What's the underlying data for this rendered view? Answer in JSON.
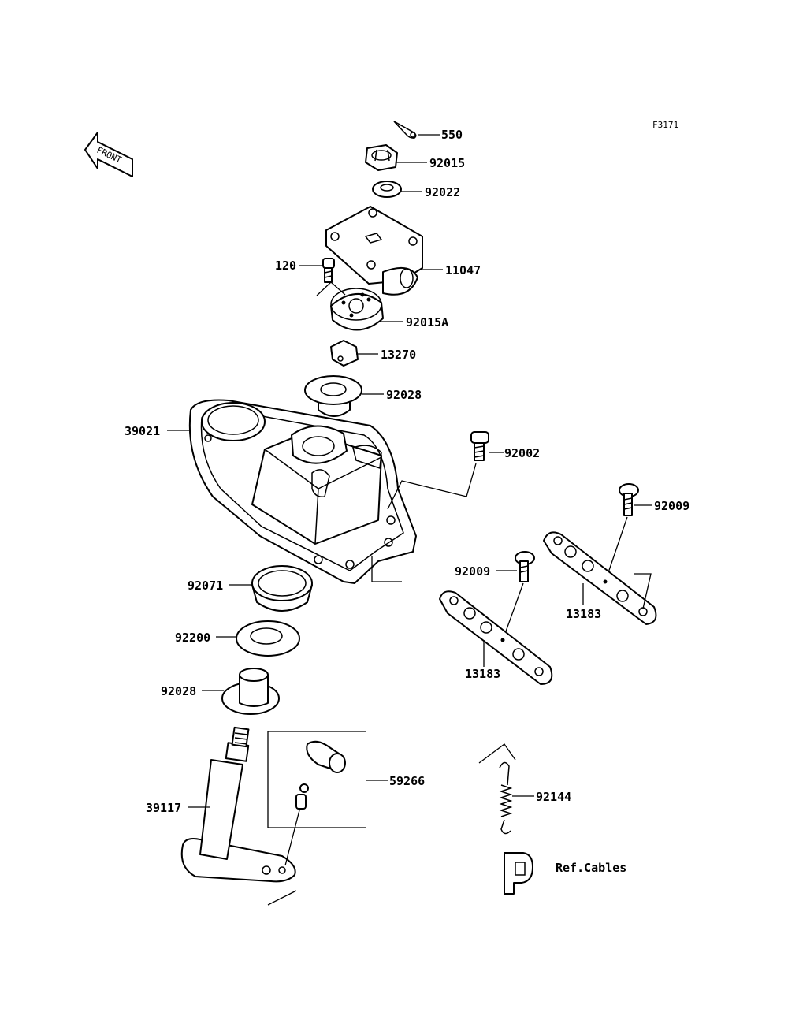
{
  "figure_code": "F3171",
  "front_arrow_text": "FRONT",
  "ref_text": "Ref.Cables",
  "callouts": {
    "p550": "550",
    "p92015": "92015",
    "p92022": "92022",
    "p11047": "11047",
    "p120": "120",
    "p92015A": "92015A",
    "p13270": "13270",
    "p92028a": "92028",
    "p39021": "39021",
    "p92002": "92002",
    "p92009a": "92009",
    "p92009b": "92009",
    "p13183a": "13183",
    "p13183b": "13183",
    "p92071": "92071",
    "p92200": "92200",
    "p92028b": "92028",
    "p59266": "59266",
    "p39117": "39117",
    "p92144": "92144"
  },
  "icons": {
    "front_arrow": "front-direction-arrow-icon"
  }
}
